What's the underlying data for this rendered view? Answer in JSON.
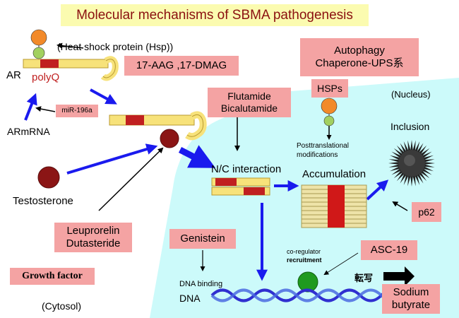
{
  "title": "Molecular mechanisms of SBMA pathogenesis",
  "labels": {
    "hsp": "(Heat shock protein (Hsp))",
    "ar": "AR",
    "polyq": "polyQ",
    "armrna": "ARmRNA",
    "testosterone": "Testosterone",
    "cytosol": "(Cytosol)",
    "nucleus": "(Nucleus)",
    "nc_interaction": "N/C interaction",
    "posttranslational": [
      "Posttranslational",
      "modifications"
    ],
    "accumulation": "Accumulation",
    "inclusion": "Inclusion",
    "coregulator": [
      "co-regulator",
      "recruitment"
    ],
    "dna_binding": "DNA binding",
    "dna": "DNA",
    "transcription": "転写"
  },
  "boxes": {
    "aag": "17-AAG ,17-DMAG",
    "mir": "miR-196a",
    "flutamide": [
      "Flutamide",
      "Bicalutamide"
    ],
    "autophagy": [
      "Autophagy",
      "Chaperone-UPS系"
    ],
    "hsps": "HSPs",
    "p62": "p62",
    "leuprorelin": [
      "Leuprorelin",
      "Dutasteride"
    ],
    "genistein": "Genistein",
    "asc": "ASC-19",
    "growth": "Growth factor",
    "sodium": [
      "Sodium",
      "butyrate"
    ]
  },
  "colors": {
    "title_bg": "#fbfbb0",
    "title_text": "#8b1010",
    "nucleus_bg": "#ccfafa",
    "box_bg": "#f4a3a3",
    "arrow_blue": "#1a1aee",
    "polyq_red": "#c02020",
    "ar_yellow": "#f7e27a",
    "hsp_orange": "#f28a2a",
    "hsp_green": "#a2d060",
    "testosterone_red": "#8b1515",
    "dna_blue": "#2f2fd0",
    "coregulator_green": "#1f9a1f"
  }
}
